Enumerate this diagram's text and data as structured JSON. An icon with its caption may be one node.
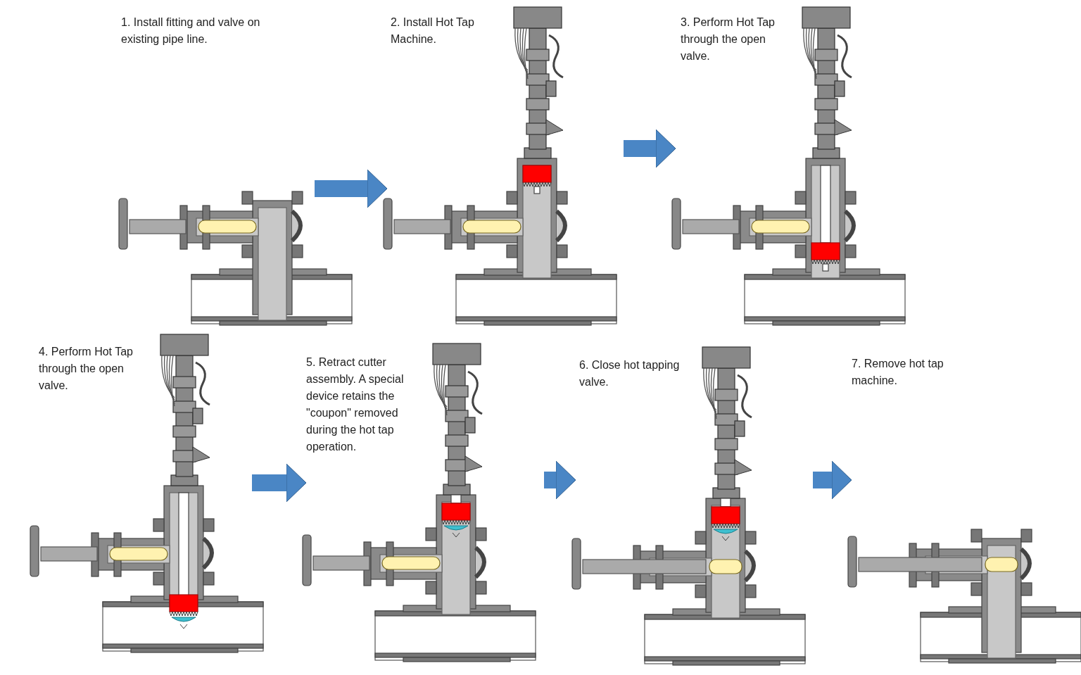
{
  "diagram": {
    "nodes": [
      {
        "text": [],
        "shape": "picture"
      },
      {
        "text": [],
        "shape": "picture"
      },
      {
        "text": [],
        "shape": "picture"
      },
      {
        "text": [],
        "shape": "picture"
      },
      {
        "text": [],
        "shape": "picture"
      },
      {
        "text": [],
        "shape": "picture"
      },
      {
        "text": [],
        "shape": "picture"
      }
    ],
    "edges": [
      {
        "from": 0,
        "to": 1,
        "arrow": "to"
      },
      {
        "from": 1,
        "to": 2,
        "arrow": "to"
      },
      {
        "from": 3,
        "to": 4,
        "arrow": "to"
      },
      {
        "from": 4,
        "to": 5,
        "arrow": "to"
      },
      {
        "from": 5,
        "to": 6,
        "arrow": "to"
      }
    ],
    "labels": [
      "1. Install fitting and valve on existing pipe line.",
      "2. Install Hot Tap Machine.",
      "3. Perform Hot Tap through the open valve.",
      "4. Perform Hot Tap through the open valve.",
      "5. Retract cutter assembly. A special device retains the \"coupon\" removed during the hot tap operation.",
      "6. Close hot tapping valve.",
      "7. Remove hot tap machine."
    ]
  }
}
